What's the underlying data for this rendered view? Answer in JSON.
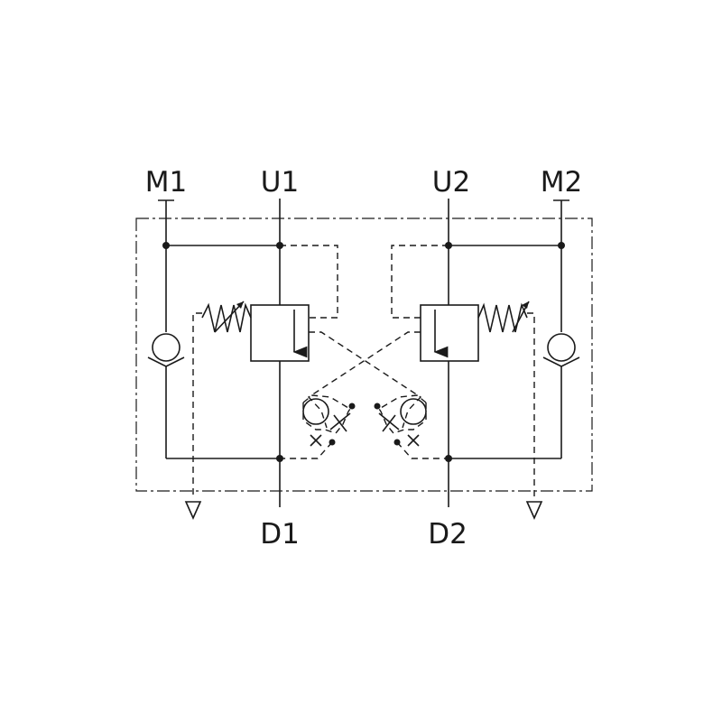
{
  "diagram": {
    "ports": {
      "m1": "M1",
      "u1": "U1",
      "u2": "U2",
      "m2": "M2",
      "d1": "D1",
      "d2": "D2"
    },
    "colors": {
      "line": "#1a1a1a",
      "background": "#ffffff"
    }
  }
}
